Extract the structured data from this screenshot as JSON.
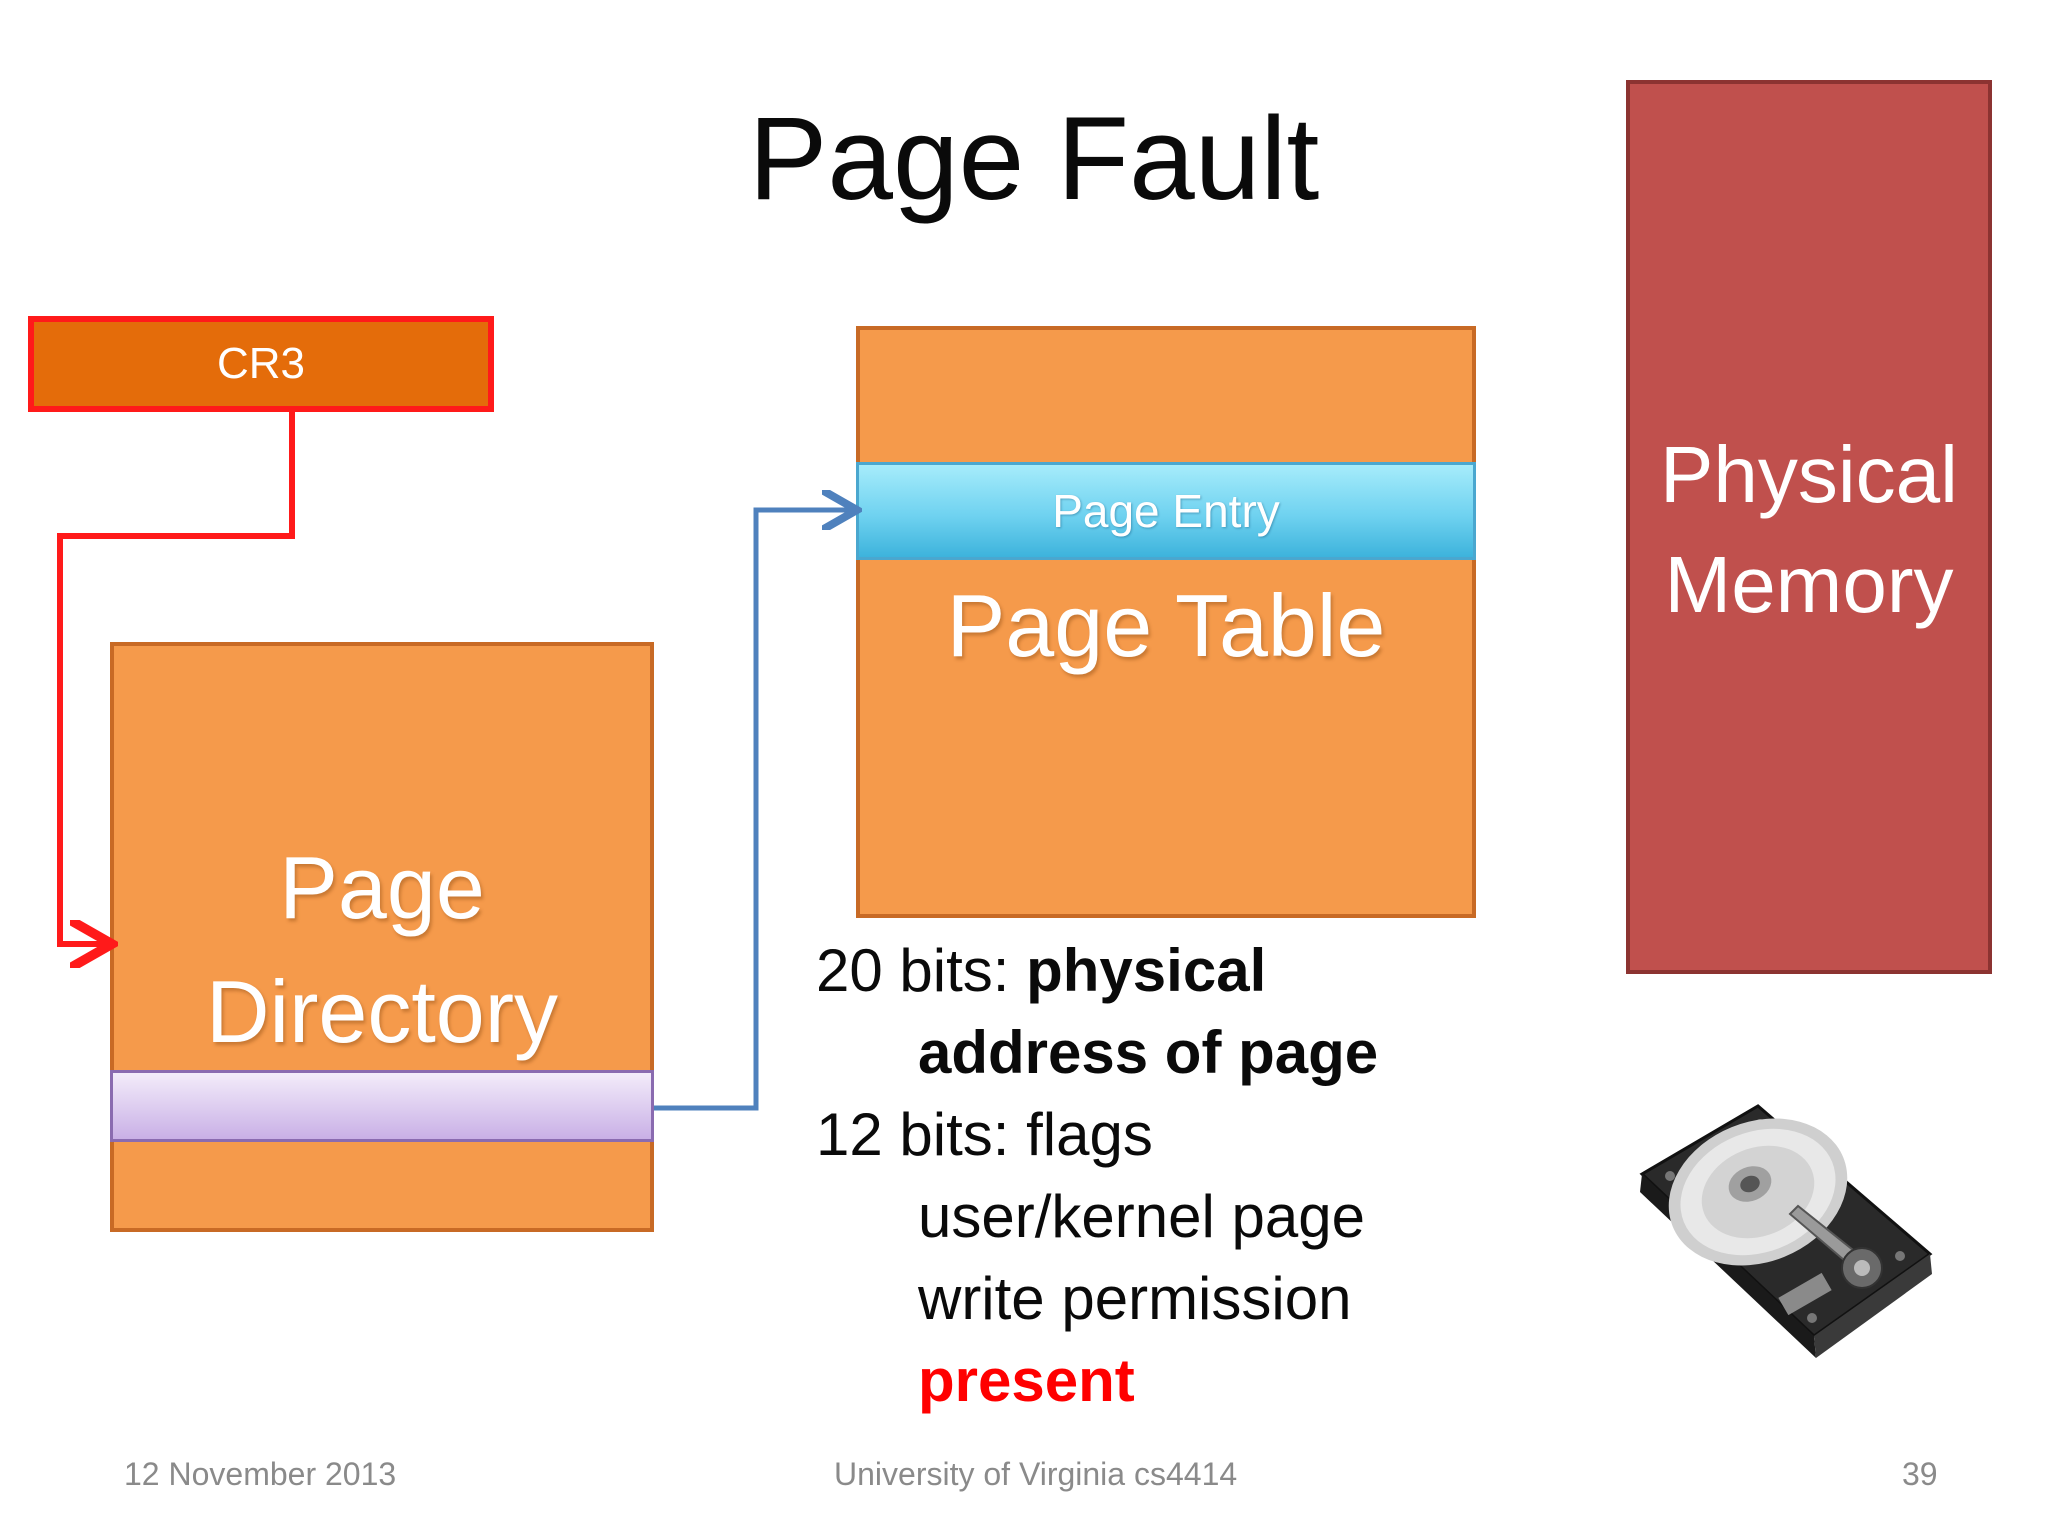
{
  "slide": {
    "title": "Page Fault",
    "cr3_label": "CR3",
    "page_directory_label": "Page\nDirectory",
    "page_table_label": "Page Table",
    "page_entry_label": "Page Entry",
    "physical_memory_label": "Physical\nMemory",
    "bits": {
      "line1_prefix": "20 bits: ",
      "line1_bold": "physical",
      "line2_bold": "address of page",
      "line3": "12 bits: flags",
      "line4": "user/kernel page",
      "line5": "write permission",
      "line6_red": "present"
    },
    "footer": {
      "date": "12 November 2013",
      "course": "University of Virginia cs4414",
      "page_number": "39"
    }
  },
  "colors": {
    "orange_box": "#f59a4b",
    "cr3_fill": "#e46c0a",
    "cr3_border": "#ff1a1a",
    "memory_fill": "#c0504d",
    "entry_blue": "#6fd2f0",
    "entry_purple": "#c9b0e6",
    "arrow_red": "#ff1a1a",
    "arrow_blue": "#4f81bd"
  },
  "icons": {
    "hard_drive": "hard-drive-icon"
  }
}
